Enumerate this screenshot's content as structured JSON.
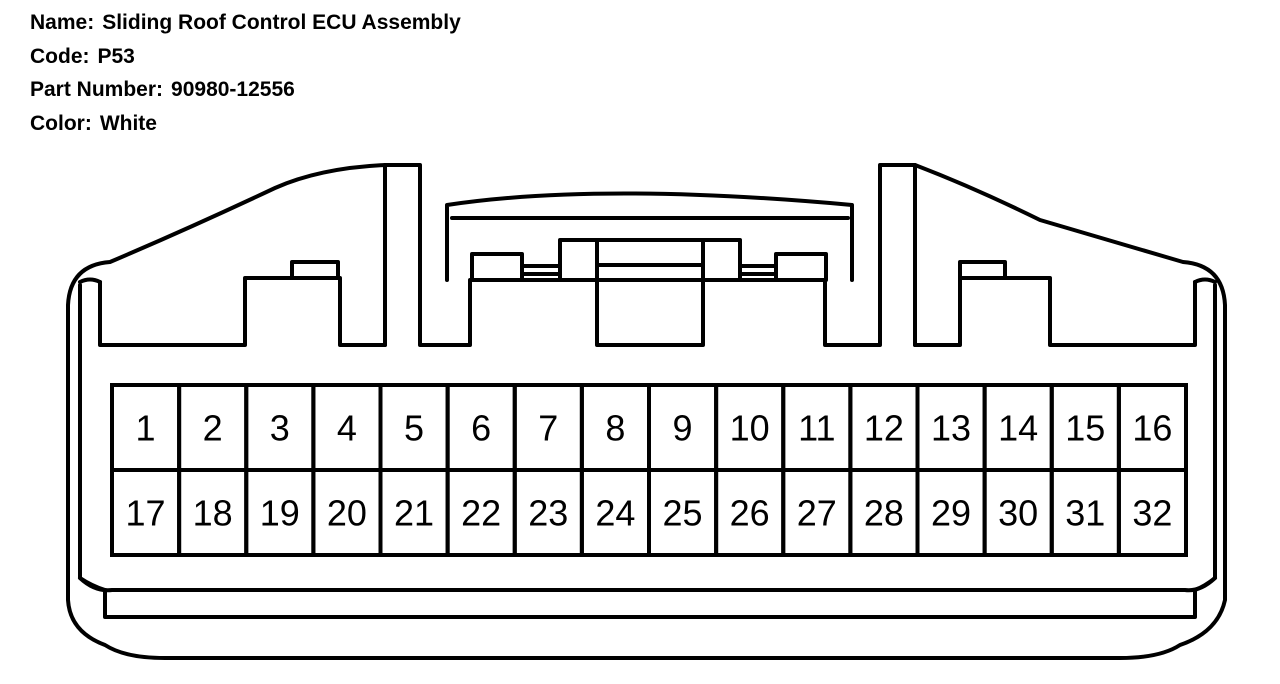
{
  "connector": {
    "name_label": "Name:",
    "name": "Sliding Roof Control ECU Assembly",
    "code_label": "Code:",
    "code": "P53",
    "part_number_label": "Part Number:",
    "part_number": "90980-12556",
    "color_label": "Color:",
    "color": "White"
  },
  "pins": {
    "top_row": [
      "1",
      "2",
      "3",
      "4",
      "5",
      "6",
      "7",
      "8",
      "9",
      "10",
      "11",
      "12",
      "13",
      "14",
      "15",
      "16"
    ],
    "bottom_row": [
      "17",
      "18",
      "19",
      "20",
      "21",
      "22",
      "23",
      "24",
      "25",
      "26",
      "27",
      "28",
      "29",
      "30",
      "31",
      "32"
    ]
  },
  "colors": {
    "line": "#000000",
    "background": "#ffffff"
  }
}
